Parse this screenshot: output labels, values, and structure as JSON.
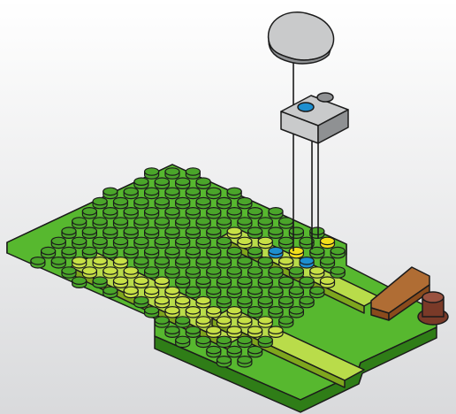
{
  "diagram": {
    "kind": "lego-build-step",
    "background_colors": {
      "top": "#ffffff",
      "bottom": "#d9dadc"
    },
    "colors": {
      "outline": "#1b1b1b",
      "baseplate_green_top": "#57b82f",
      "baseplate_green_side": "#2f7d17",
      "lime_top": "#b9dc4a",
      "lime_side": "#7fa61d",
      "stud_green": "#4aa52a",
      "stud_lime": "#c7e046",
      "stud_yellow": "#f2df1a",
      "stud_blue": "#1d8fd0",
      "gray_part": "#c9cacb",
      "gray_part_dark": "#8f9193",
      "brown_slope": "#8a4b1c",
      "brown_slope_light": "#b06d34",
      "reddish_brown": "#7a3a28"
    },
    "parts": [
      {
        "name": "round-tile-light-gray",
        "color": "light bluish gray"
      },
      {
        "name": "brick-1x2-light-gray",
        "color": "light bluish gray"
      },
      {
        "name": "baseplate-green",
        "color": "green"
      },
      {
        "name": "plate-lime",
        "color": "lime"
      },
      {
        "name": "slope-brown",
        "color": "brown"
      },
      {
        "name": "round-brick-reddish-brown",
        "color": "reddish brown"
      }
    ]
  }
}
